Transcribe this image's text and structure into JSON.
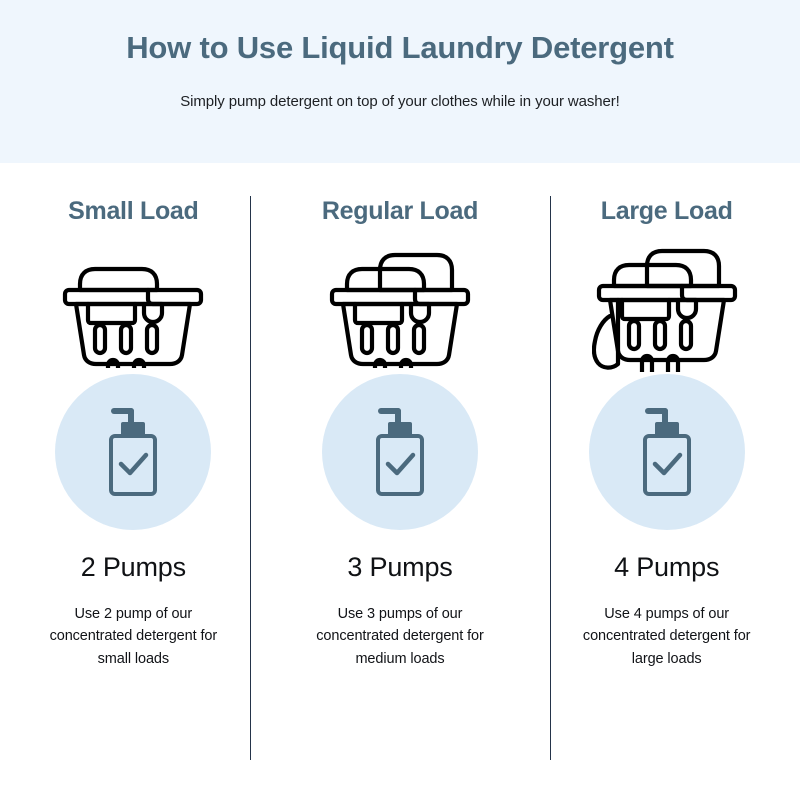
{
  "header": {
    "title": "How to Use Liquid Laundry Detergent",
    "subtitle": "Simply pump detergent on top of your clothes while in your washer!",
    "band_color": "#eff6fd",
    "title_color": "#4b6a7e"
  },
  "theme": {
    "accent_circle": "#d9e9f6",
    "divider_color": "#24344a",
    "icon_stroke": "#000000",
    "bottle_stroke": "#4b6a7e",
    "page_background": "#ffffff"
  },
  "columns": [
    {
      "title": "Small Load",
      "basket_icon": "laundry-basket-small-icon",
      "bottle_icon": "detergent-pump-bottle-icon",
      "pumps_label": "2 Pumps",
      "pumps_value": 2,
      "description": "Use 2 pump of our concentrated detergent for small loads"
    },
    {
      "title": "Regular Load",
      "basket_icon": "laundry-basket-regular-icon",
      "bottle_icon": "detergent-pump-bottle-icon",
      "pumps_label": "3 Pumps",
      "pumps_value": 3,
      "description": "Use 3 pumps of our concentrated detergent for medium loads"
    },
    {
      "title": "Large Load",
      "basket_icon": "laundry-basket-large-icon",
      "bottle_icon": "detergent-pump-bottle-icon",
      "pumps_label": "4 Pumps",
      "pumps_value": 4,
      "description": "Use 4 pumps of our concentrated detergent for large loads"
    }
  ]
}
